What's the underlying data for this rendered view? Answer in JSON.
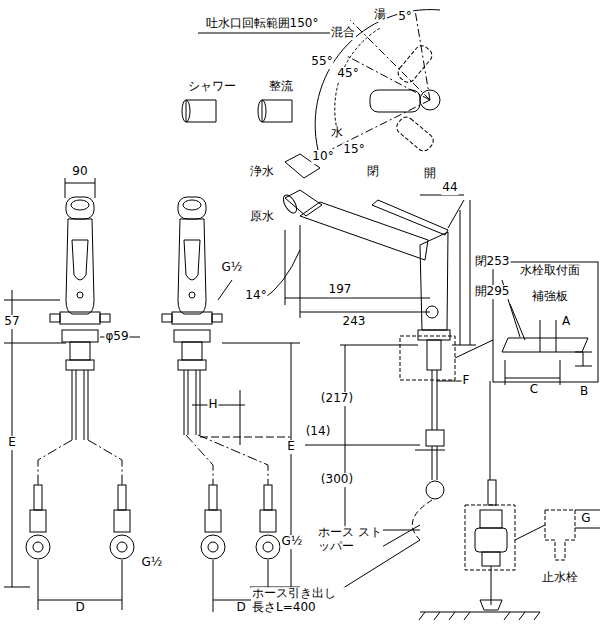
{
  "diagram": {
    "labels": [
      "吐水口回転範囲150°",
      "湯",
      "5°",
      "混合",
      "55°",
      "45°",
      "シャワー",
      "整流",
      "水",
      "10°",
      "15°",
      "浄水",
      "原水",
      "閉",
      "開",
      "44",
      "閉253",
      "開295",
      "水栓取付面",
      "補強板",
      "A",
      "B",
      "C",
      "90",
      "G½",
      "57",
      "φ59",
      "14°",
      "197",
      "243",
      "F",
      "H",
      "(217)",
      "(14)",
      "(300)",
      "E",
      "E",
      "ホース ストッパー",
      "G",
      "止水栓",
      "ホース引き出し 長さL=400",
      "G½",
      "G½",
      "D",
      "D"
    ]
  }
}
